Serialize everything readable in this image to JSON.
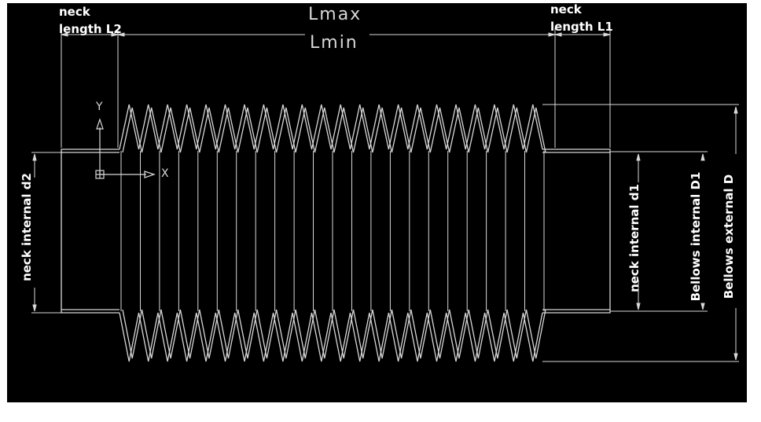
{
  "labels": {
    "neck_left_line1": "neck",
    "neck_left_line2": "length L2",
    "neck_right_line1": "neck",
    "neck_right_line2": "length L1",
    "lmax": "Lmax",
    "lmin": "Lmin",
    "neck_internal_d2": "neck internal d2",
    "neck_internal_d1": "neck internal d1",
    "bellows_internal_D1": "Bellows internal D1",
    "bellows_external_D": "Bellows external D",
    "axis_y": "Y",
    "axis_x": "X"
  },
  "colors": {
    "background": "#000000",
    "frame": "#ffffff",
    "drawing": "#d8d8d8",
    "text": "#ffffff"
  },
  "drawing": {
    "convolutions": 22
  }
}
